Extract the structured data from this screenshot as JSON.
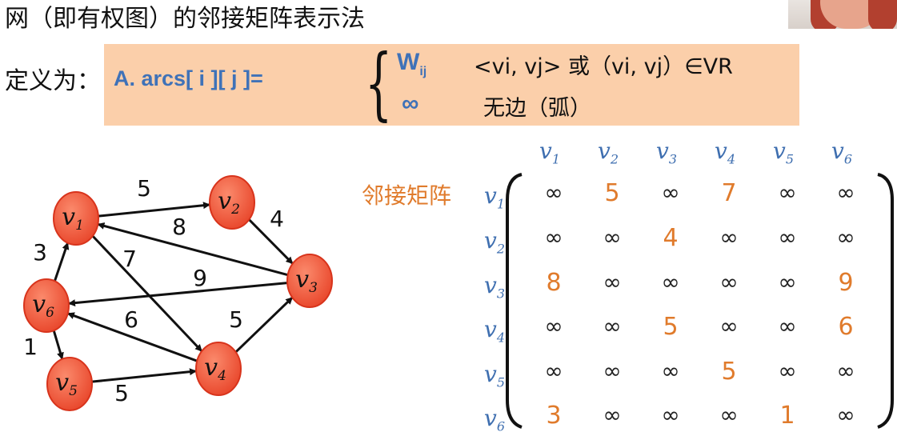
{
  "title": "网（即有权图）的邻接矩阵表示法",
  "definition": {
    "label": "定义为：",
    "expr": "A. arcs[ i ][ j ]=",
    "case1_symbol": "W",
    "case1_sub": "ij",
    "case1_condition": "<vi, vj> 或（vi, vj）∈VR",
    "case2_symbol": "∞",
    "case2_condition": "无边（弧）"
  },
  "matrix": {
    "title": "邻接矩阵",
    "labels": [
      {
        "name": "v",
        "sub": "1"
      },
      {
        "name": "v",
        "sub": "2"
      },
      {
        "name": "v",
        "sub": "3"
      },
      {
        "name": "v",
        "sub": "4"
      },
      {
        "name": "v",
        "sub": "5"
      },
      {
        "name": "v",
        "sub": "6"
      }
    ],
    "rows": [
      [
        "∞",
        "5",
        "∞",
        "7",
        "∞",
        "∞"
      ],
      [
        "∞",
        "∞",
        "4",
        "∞",
        "∞",
        "∞"
      ],
      [
        "8",
        "∞",
        "∞",
        "∞",
        "∞",
        "9"
      ],
      [
        "∞",
        "∞",
        "5",
        "∞",
        "∞",
        "6"
      ],
      [
        "∞",
        "∞",
        "∞",
        "5",
        "∞",
        "∞"
      ],
      [
        "3",
        "∞",
        "∞",
        "∞",
        "1",
        "∞"
      ]
    ]
  },
  "graph": {
    "node_color": "#ee5a3c",
    "nodes": [
      {
        "id": "v1",
        "name": "v",
        "sub": "1"
      },
      {
        "id": "v2",
        "name": "v",
        "sub": "2"
      },
      {
        "id": "v3",
        "name": "v",
        "sub": "3"
      },
      {
        "id": "v4",
        "name": "v",
        "sub": "4"
      },
      {
        "id": "v5",
        "name": "v",
        "sub": "5"
      },
      {
        "id": "v6",
        "name": "v",
        "sub": "6"
      }
    ],
    "edges": [
      {
        "from": "v1",
        "to": "v2",
        "weight": "5"
      },
      {
        "from": "v2",
        "to": "v3",
        "weight": "4"
      },
      {
        "from": "v3",
        "to": "v1",
        "weight": "8"
      },
      {
        "from": "v1",
        "to": "v4",
        "weight": "7"
      },
      {
        "from": "v3",
        "to": "v6",
        "weight": "9"
      },
      {
        "from": "v4",
        "to": "v6",
        "weight": "6"
      },
      {
        "from": "v4",
        "to": "v3",
        "weight": "5"
      },
      {
        "from": "v6",
        "to": "v1",
        "weight": "3"
      },
      {
        "from": "v6",
        "to": "v5",
        "weight": "1"
      },
      {
        "from": "v5",
        "to": "v4",
        "weight": "5"
      }
    ]
  },
  "colors": {
    "accent_blue": "#3f72b8",
    "accent_orange": "#e07b2c",
    "box_fill": "#fbcfaa"
  }
}
